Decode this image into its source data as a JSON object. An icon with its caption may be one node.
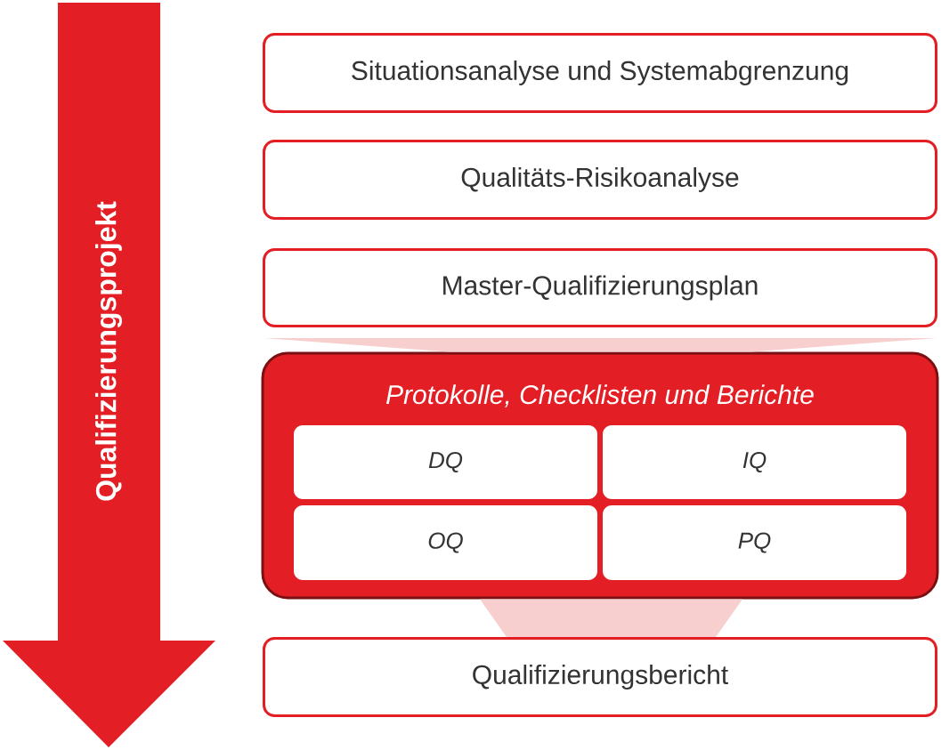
{
  "diagram": {
    "nodes": [
      {
        "text": [
          "Qualifizierungsprojekt"
        ]
      },
      {
        "text": [
          "Situationsanalyse und Systemabgrenzung"
        ]
      },
      {
        "text": [
          "Qualitäts-Risikoanalyse"
        ]
      },
      {
        "text": [
          "Master-Qualifizierungsplan"
        ]
      },
      {
        "text": [
          "Protokolle, Checklisten und Berichte"
        ]
      },
      {
        "text": [
          "DQ"
        ],
        "in": 4
      },
      {
        "text": [
          "IQ"
        ],
        "in": 4
      },
      {
        "text": [
          "OQ"
        ],
        "in": 4
      },
      {
        "text": [
          "PQ"
        ],
        "in": 4
      },
      {
        "text": [
          "Qualifizierungsbericht"
        ]
      }
    ],
    "edges": [
      {
        "from": 3,
        "to": 4,
        "arrow": "none"
      },
      {
        "from": 4,
        "to": 9,
        "arrow": "none"
      }
    ]
  }
}
